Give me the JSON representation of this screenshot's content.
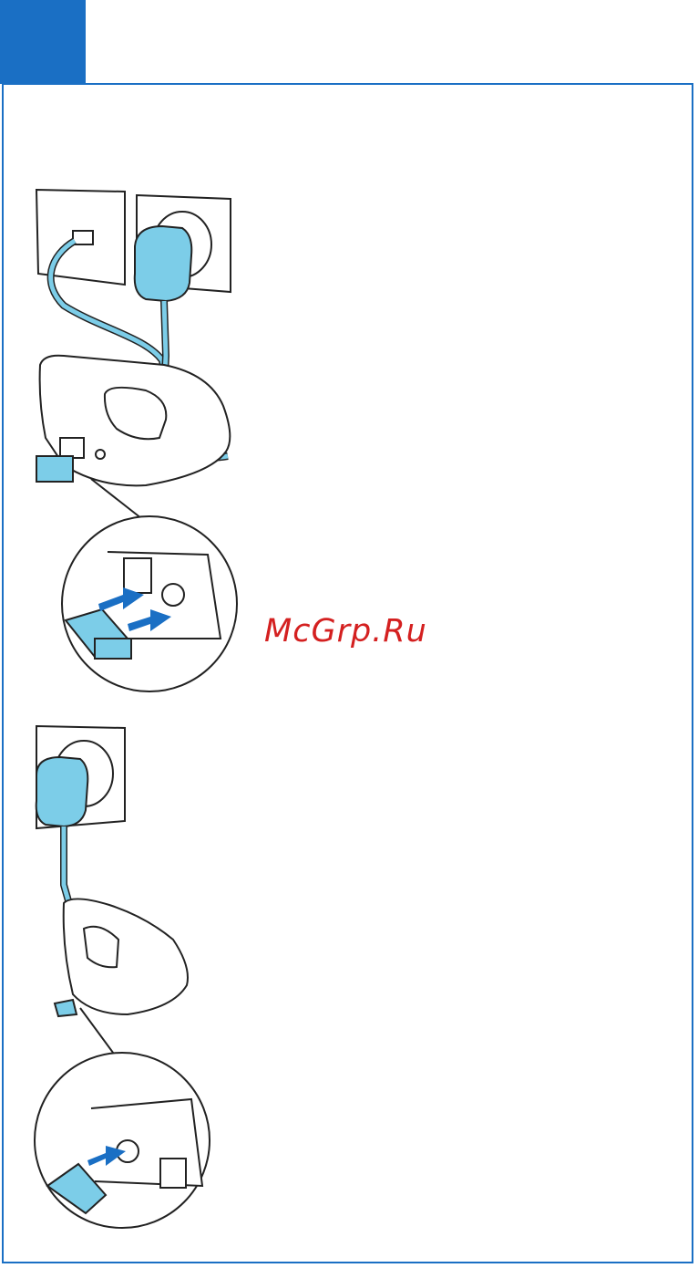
{
  "page": {
    "accent_color": "#1a6fc4"
  },
  "watermark": {
    "text": "McGrp.Ru",
    "color": "#d42020"
  },
  "illustrations": [
    {
      "name": "base-station-connection",
      "icons": [
        "wall-phone-socket-icon",
        "wall-power-socket-icon",
        "power-adapter-icon",
        "base-station-icon",
        "zoom-inset-icon"
      ]
    },
    {
      "name": "charger-connection",
      "icons": [
        "wall-power-socket-icon",
        "power-adapter-icon",
        "charger-icon",
        "zoom-inset-icon"
      ]
    }
  ],
  "colors": {
    "cable": "#7ccde8",
    "outline": "#222222",
    "arrow": "#1a6fc4"
  }
}
